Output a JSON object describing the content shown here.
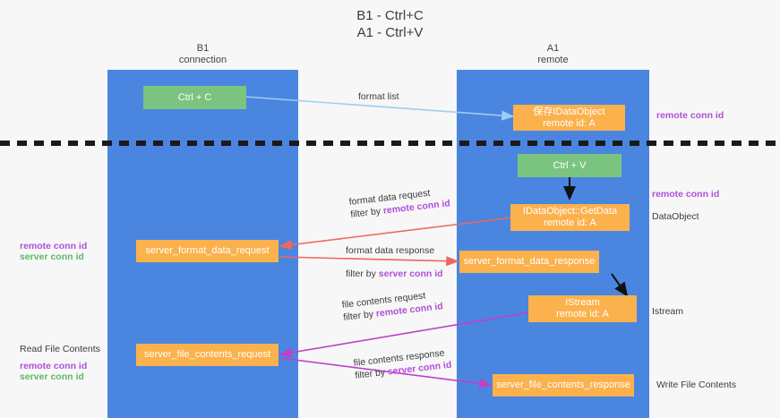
{
  "title": {
    "line1": "B1 - Ctrl+C",
    "line2": "A1 - Ctrl+V"
  },
  "lanes": [
    {
      "id": "b1",
      "name": "B1",
      "subtitle": "connection"
    },
    {
      "id": "a1",
      "name": "A1",
      "subtitle": "remote"
    }
  ],
  "nodes": {
    "ctrl_c": {
      "label": "Ctrl + C"
    },
    "save_idataobject": {
      "line1": "保存IDataObject",
      "line2": "remote id: A"
    },
    "ctrl_v": {
      "label": "Ctrl + V"
    },
    "getdata": {
      "line1": "IDataObject::GetData",
      "line2": "remote id: A"
    },
    "server_format_data_request": {
      "label": "server_format_data_request"
    },
    "server_format_data_response": {
      "label": "server_format_data_response"
    },
    "istream": {
      "line1": "IStream",
      "line2": "remote id: A"
    },
    "server_file_contents_request": {
      "label": "server_file_contents_request"
    },
    "server_file_contents_response": {
      "label": "server_file_contents_response"
    }
  },
  "edge_labels": {
    "format_list": "format list",
    "format_data_request": "format data request",
    "format_data_request_filter_prefix": "filter by ",
    "format_data_request_filter_key": "remote conn id",
    "format_data_response": "format data response",
    "format_data_response_filter_prefix": "filter by ",
    "format_data_response_filter_key": "server conn id",
    "file_contents_request": "file contents request",
    "file_contents_request_filter_prefix": "filter by ",
    "file_contents_request_filter_key": "remote conn id",
    "file_contents_response": "file contents response",
    "file_contents_response_filter_prefix": "filter by ",
    "file_contents_response_filter_key": "server conn id"
  },
  "annotations": {
    "right_top_remote_conn_id": "remote conn id",
    "right_mid_remote_conn_id": "remote conn id",
    "right_dataobject": "DataObject",
    "right_istream": "Istream",
    "right_write_file_contents": "Write File Contents",
    "left_remote_conn_id": "remote conn id",
    "left_server_conn_id": "server conn id",
    "left_read_file_contents": "Read File Contents",
    "left_remote_conn_id2": "remote conn id",
    "left_server_conn_id2": "server conn id"
  },
  "colors": {
    "lane": "#4a86e0",
    "node_green": "#7ac47f",
    "node_orange": "#fbb14c",
    "accent_purple": "#b04fd8",
    "accent_green": "#5fb864",
    "arrow_lightblue": "#9ecdf0",
    "arrow_red": "#f0675c",
    "arrow_magenta": "#c040c8",
    "arrow_black": "#111111",
    "background": "#f7f7f7"
  }
}
